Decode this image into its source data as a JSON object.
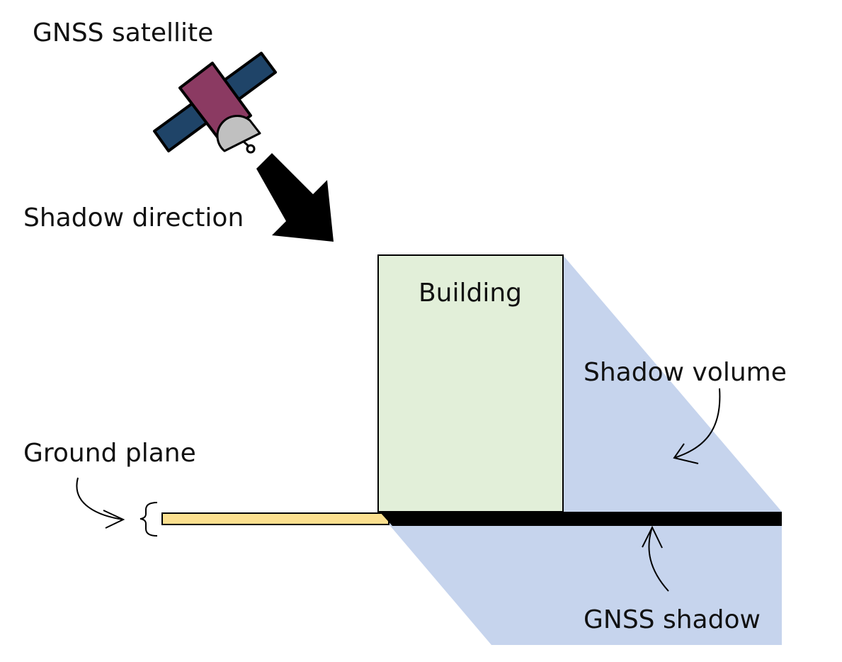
{
  "labels": {
    "satellite": "GNSS satellite",
    "shadow_direction": "Shadow direction",
    "building": "Building",
    "shadow_volume": "Shadow volume",
    "ground_plane": "Ground plane",
    "gnss_shadow": "GNSS shadow"
  },
  "colors": {
    "shadow_volume": "#c6d4ed",
    "building_fill": "#e2efd9",
    "ground_plane": "#fbdf8e",
    "gnss_shadow": "#000000",
    "satellite_body": "#8b3a62",
    "solar_panel": "#1f4468",
    "antenna": "#c0c0c0",
    "arrow": "#000000",
    "outline": "#000000"
  },
  "icons": {
    "satellite": "satellite-icon",
    "direction_arrow": "arrow-down-right-icon",
    "pointer_arrows": "curved-arrow-icon"
  }
}
